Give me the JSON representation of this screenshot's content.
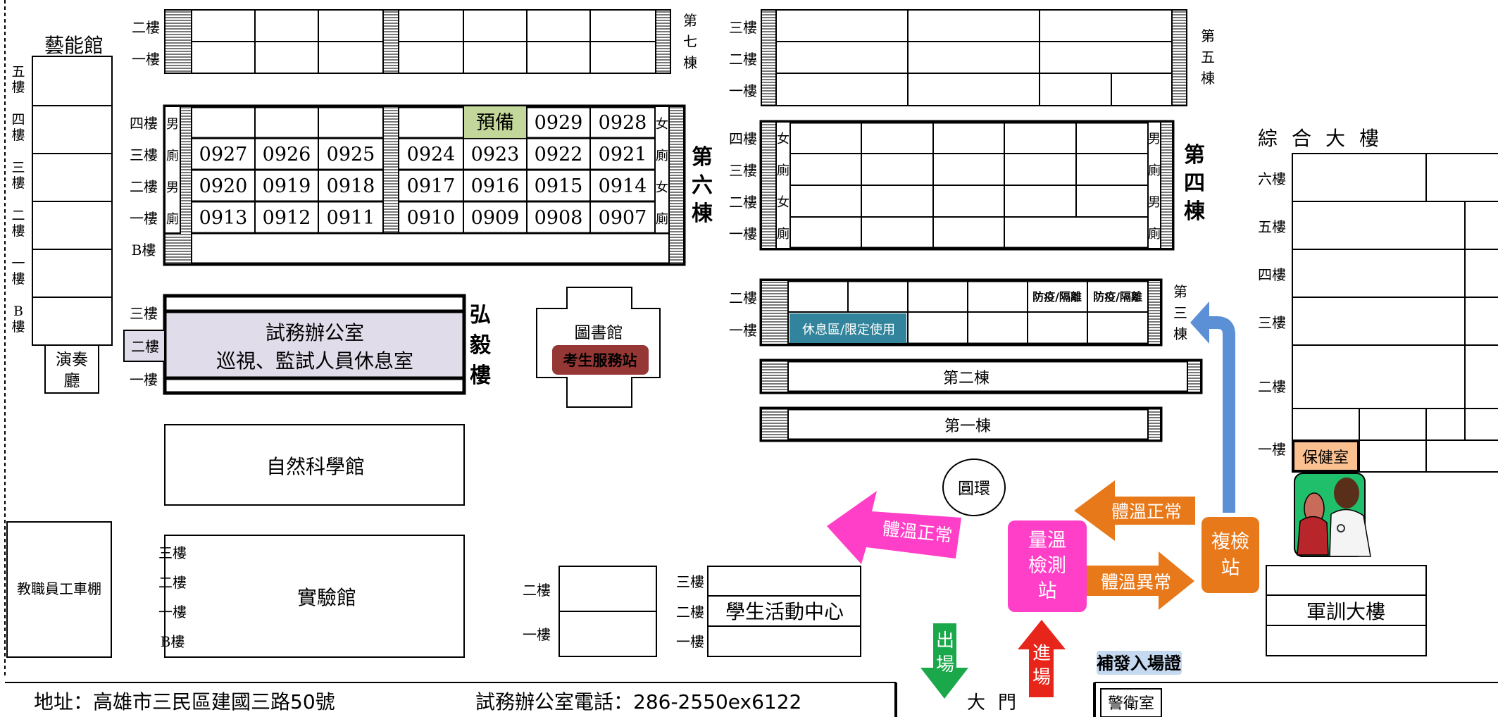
{
  "buildings": {
    "arts_hall": {
      "name": "藝能館",
      "floors": [
        "五樓",
        "四樓",
        "三樓",
        "二樓",
        "一樓",
        "B樓"
      ],
      "hall": "演奏廳"
    },
    "building7": {
      "name": "第七棟",
      "floors": [
        "二樓",
        "一樓"
      ]
    },
    "building6": {
      "name": "第六棟",
      "floors": [
        "四樓",
        "三樓",
        "二樓",
        "一樓",
        "B樓"
      ],
      "toilet_male": "男廁",
      "toilet_female": "女廁",
      "rows": [
        [
          "",
          "",
          "",
          "",
          "預備",
          "0929",
          "0928"
        ],
        [
          "0927",
          "0926",
          "0925",
          "0924",
          "0923",
          "0922",
          "0921"
        ],
        [
          "0920",
          "0919",
          "0918",
          "0917",
          "0916",
          "0915",
          "0914"
        ],
        [
          "0913",
          "0912",
          "0911",
          "0910",
          "0909",
          "0908",
          "0907"
        ]
      ],
      "highlight_color": "#c4d79b"
    },
    "hongyi": {
      "name": "弘毅樓",
      "floors": [
        "三樓",
        "二樓",
        "一樓"
      ],
      "office_line1": "試務辦公室",
      "office_line2": "巡視、監試人員休息室"
    },
    "library": {
      "name": "圖書館",
      "service": "考生服務站"
    },
    "science": {
      "name": "自然科學館"
    },
    "staff_shed": {
      "name": "教職員工車棚"
    },
    "lab": {
      "name": "實驗館",
      "floors": [
        "三樓",
        "二樓",
        "一樓",
        "B樓"
      ]
    },
    "small_bldg": {
      "floors": [
        "二樓",
        "一樓"
      ]
    },
    "student_center": {
      "name": "學生活動中心",
      "floors": [
        "三樓",
        "二樓",
        "一樓"
      ]
    },
    "building5": {
      "name": "第五棟",
      "floors": [
        "三樓",
        "二樓",
        "一樓"
      ]
    },
    "building4": {
      "name": "第四棟",
      "floors": [
        "四樓",
        "三樓",
        "二樓",
        "一樓"
      ],
      "toilet_female": "女廁",
      "toilet_male": "男廁"
    },
    "building3": {
      "name": "第三棟",
      "floors": [
        "二樓",
        "一樓"
      ],
      "quarantine1": "防疫/隔離",
      "quarantine2": "防疫/隔離",
      "rest_area": "休息區/限定使用"
    },
    "building2": {
      "name": "第二棟"
    },
    "building1": {
      "name": "第一棟"
    },
    "complex": {
      "name": "綜合大樓",
      "floors": [
        "六樓",
        "五樓",
        "四樓",
        "三樓",
        "二樓",
        "一樓"
      ],
      "health_room": "保健室"
    },
    "military": {
      "name": "軍訓大樓"
    }
  },
  "flow": {
    "roundabout": "圓環",
    "temp_station": "量溫檢測站",
    "recheck": "複檢站",
    "normal_left": "體溫正常",
    "normal_right": "體溫正常",
    "abnormal": "體溫異常",
    "exit": "出場",
    "enter": "進場",
    "reissue": "補發入場證",
    "gate": "大門",
    "guard": "警衛室"
  },
  "footer": {
    "address": "地址：高雄市三民區建國三路50號",
    "phone": "試務辦公室電話：286-2550ex6122"
  },
  "colors": {
    "magenta": "#ff3fc8",
    "orange": "#e8791b",
    "blue_arrow": "#5b8fd6",
    "red": "#e8251a",
    "green": "#1aa84b",
    "teal": "#31849b",
    "service_red": "#953735",
    "office_fill": "#e0dcea",
    "health_fill": "#fac090",
    "reissue_fill": "#c5d9f1"
  }
}
